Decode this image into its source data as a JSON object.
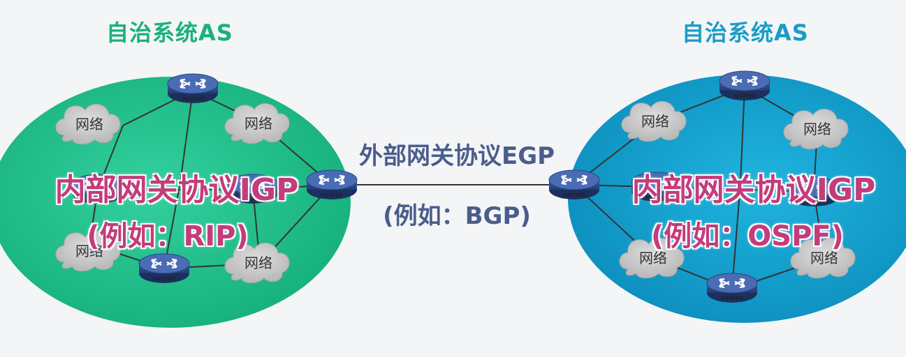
{
  "left_as": {
    "title": "自治系统AS",
    "color": "#1fc08e",
    "igp_title": "内部网关协议IGP",
    "igp_example": "(例如：RIP)"
  },
  "right_as": {
    "title": "自治系统AS",
    "color": "#13a0cc",
    "igp_title": "内部网关协议IGP",
    "igp_example": "(例如：OSPF)"
  },
  "egp": {
    "title": "外部网关协议EGP",
    "example": "(例如：BGP)"
  },
  "network_label": "网络",
  "router_label": "ROUTER",
  "colors": {
    "title_green": "#1bb07e",
    "title_blue": "#1a9cc8",
    "egp_text": "#4a5d8c",
    "igp_text": "#c43c7a",
    "router_body": "#2d4a8a",
    "cloud": "#c9c9c9"
  }
}
